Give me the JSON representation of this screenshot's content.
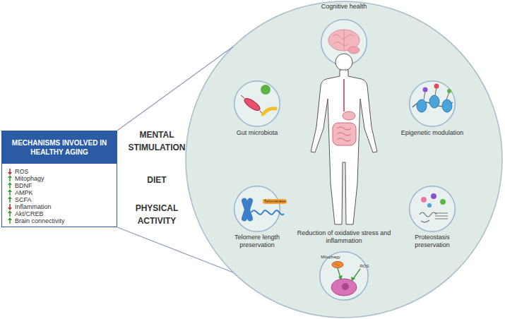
{
  "diagram": {
    "nodes": [
      {
        "text": [
          "MECHANISMS INVOLVED IN HEALTHY AGING",
          "ROS",
          "Mitophagy",
          "BDNF",
          "AMPK",
          "SCFA",
          "Inflammation",
          "Akt/CREB",
          "Brain connectivity"
        ]
      },
      {
        "text": [
          "Cognitive health"
        ]
      },
      {
        "text": [
          "Gut microbiota"
        ]
      },
      {
        "text": [
          "Epigenetic modulation"
        ]
      },
      {
        "text": [
          "Telomere length preservation",
          "Telomerase"
        ]
      },
      {
        "text": [
          "Reduction of oxidative stress and inflammation",
          "Mitophagy",
          "ROS"
        ]
      },
      {
        "text": [
          "Proteostasis preservation"
        ]
      }
    ],
    "labels": [
      "MENTAL STIMULATION",
      "DIET",
      "PHYSICAL ACTIVITY"
    ]
  }
}
